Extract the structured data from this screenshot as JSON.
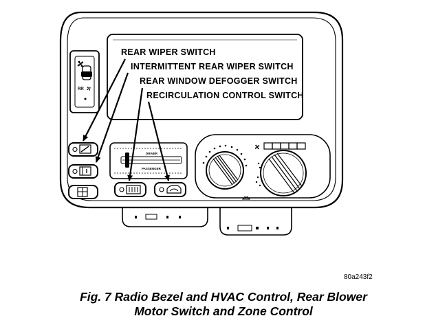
{
  "labels": {
    "rear_wiper": "REAR WIPER SWITCH",
    "intermittent_rear_wiper": "INTERMITTENT REAR WIPER SWITCH",
    "rear_window_defogger": "REAR WINDOW DEFOGGER SWITCH",
    "recirculation_control": "RECIRCULATION CONTROL SWITCH"
  },
  "slider_labels": {
    "driver": "DRIVER",
    "passenger": "PASSENGER"
  },
  "rear_blower_label": "RR",
  "figure_ref": "80a243f2",
  "caption": {
    "line1": "Fig. 7 Radio Bezel and HVAC Control, Rear Blower",
    "line2": "Motor Switch and Zone Control"
  }
}
